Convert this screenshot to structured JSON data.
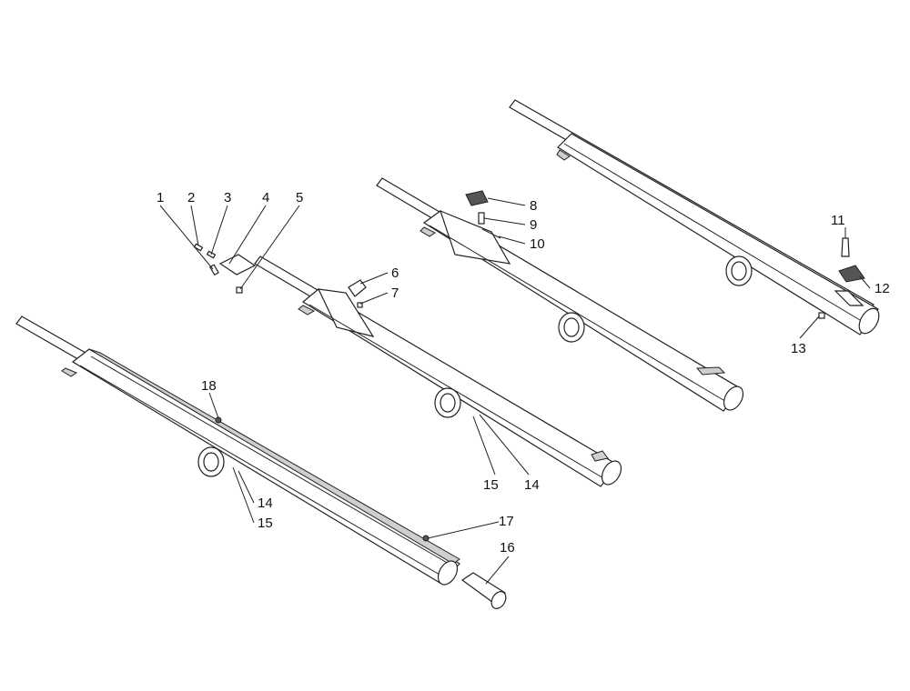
{
  "callouts": {
    "c1": "1",
    "c2": "2",
    "c3": "3",
    "c4": "4",
    "c5": "5",
    "c6": "6",
    "c7": "7",
    "c8": "8",
    "c9": "9",
    "c10": "10",
    "c11": "11",
    "c12": "12",
    "c13": "13",
    "c14a": "14",
    "c15a": "15",
    "c14b": "14",
    "c15b": "15",
    "c16": "16",
    "c17": "17",
    "c18": "18"
  }
}
